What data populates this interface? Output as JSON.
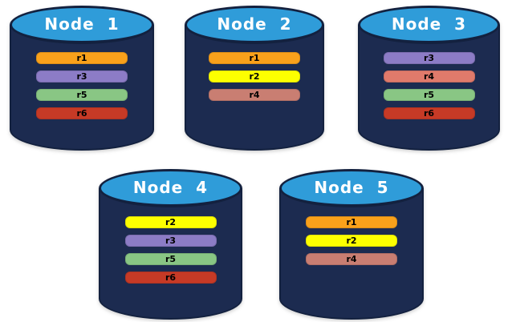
{
  "palette": {
    "background": "#ffffff",
    "cylinder_body_navy": "#1C2B50",
    "cylinder_outline_navy": "#13213F",
    "cylinder_top_blue": "#2F9CD9",
    "title_text": "#ffffff",
    "bar_text": "#000000",
    "replica_colors": {
      "r1_orange": "#F9A11B",
      "r2_yellow": "#FDFF00",
      "r3_purple": "#8C7CC6",
      "r4_salmon_dull": "#C97E72",
      "r4_salmon_bright": "#E07A6B",
      "r5_green": "#89C684",
      "r6_red": "#C63A26"
    }
  },
  "nodes": [
    {
      "label": "Node  1",
      "replicas": [
        {
          "label": "r1",
          "color": "#F9A11B"
        },
        {
          "label": "r3",
          "color": "#8C7CC6"
        },
        {
          "label": "r5",
          "color": "#89C684"
        },
        {
          "label": "r6",
          "color": "#C63A26"
        }
      ]
    },
    {
      "label": "Node  2",
      "replicas": [
        {
          "label": "r1",
          "color": "#F9A11B"
        },
        {
          "label": "r2",
          "color": "#FDFF00"
        },
        {
          "label": "r4",
          "color": "#C97E72"
        }
      ]
    },
    {
      "label": "Node  3",
      "replicas": [
        {
          "label": "r3",
          "color": "#8C7CC6"
        },
        {
          "label": "r4",
          "color": "#E07A6B"
        },
        {
          "label": "r5",
          "color": "#89C684"
        },
        {
          "label": "r6",
          "color": "#C63A26"
        }
      ]
    },
    {
      "label": "Node  4",
      "replicas": [
        {
          "label": "r2",
          "color": "#FDFF00"
        },
        {
          "label": "r3",
          "color": "#8C7CC6"
        },
        {
          "label": "r5",
          "color": "#89C684"
        },
        {
          "label": "r6",
          "color": "#C63A26"
        }
      ]
    },
    {
      "label": "Node  5",
      "replicas": [
        {
          "label": "r1",
          "color": "#F9A11B"
        },
        {
          "label": "r2",
          "color": "#FDFF00"
        },
        {
          "label": "r4",
          "color": "#C97E72"
        }
      ]
    }
  ]
}
